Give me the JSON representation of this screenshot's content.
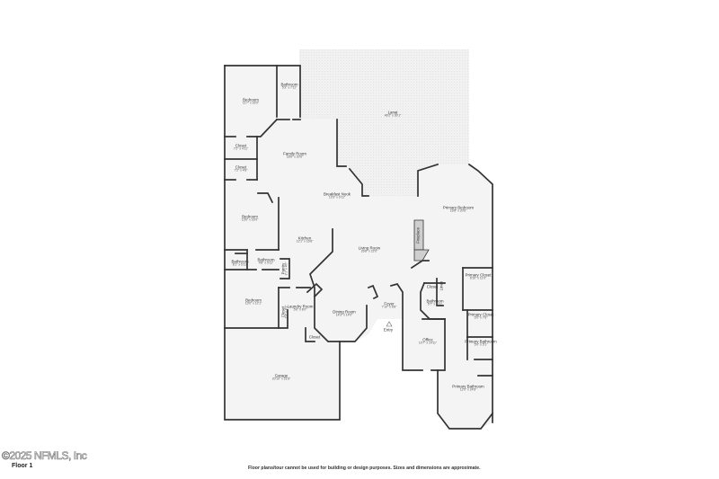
{
  "floor_label": "Floor 1",
  "disclaimer": "Floor plans/tour cannot be used for building or design purposes. Sizes and dimensions are approximate.",
  "watermark": "©2025 NFMLS, Inc",
  "colors": {
    "wall": "#333333",
    "floor": "#f4f4f4",
    "lanai_hatch": "#e6e6e6",
    "window": "#cccccc",
    "fireplace": "#cfcfcf"
  },
  "rooms": [
    {
      "name": "Bedroom",
      "dims": "11'7\" x 16'0\""
    },
    {
      "name": "Bathroom",
      "dims": "5'3\" x 7'11\""
    },
    {
      "name": "Lanai",
      "dims": "46'2\" x 30'1\""
    },
    {
      "name": "Closet",
      "dims": "7'2\" x 4'11\""
    },
    {
      "name": "Closet",
      "dims": "7'2\" x 4'8\""
    },
    {
      "name": "Family Room",
      "dims": "18'6\" x 20'6\""
    },
    {
      "name": "Breakfast Nook",
      "dims": "13'3\" x 9'11\""
    },
    {
      "name": "Bedroom",
      "dims": "13'6\" x 16'0\""
    },
    {
      "name": "Kitchen",
      "dims": "12'1\" x 16'8\""
    },
    {
      "name": "Bathroom",
      "dims": "8'1\" x 5'11\""
    },
    {
      "name": "Bathroom",
      "dims": "4'8\" x 5'11\""
    },
    {
      "name": "Pantry",
      "dims": "2'1\" x 4'0\""
    },
    {
      "name": "Bedroom",
      "dims": "13'0\" x 12'1\""
    },
    {
      "name": "Laundry Room",
      "dims": "5'6\" x 8'0\""
    },
    {
      "name": "Closet",
      "dims": "2'3\" x 4'3\""
    },
    {
      "name": "Living Room",
      "dims": "26'8\" x 22'0\""
    },
    {
      "name": "Dining Room",
      "dims": "14'3\" x 14'0\""
    },
    {
      "name": "Foyer",
      "dims": "7'10\" x 6'8\""
    },
    {
      "name": "Entry",
      "dims": ""
    },
    {
      "name": "Closet",
      "dims": ""
    },
    {
      "name": "Primary Bedroom",
      "dims": "16'8\" x 20'6\""
    },
    {
      "name": "Fireplace",
      "dims": ""
    },
    {
      "name": "Primary Closet",
      "dims": "8'10\" x 11'0\""
    },
    {
      "name": "Closet",
      "dims": ""
    },
    {
      "name": "Linen",
      "dims": ""
    },
    {
      "name": "Bathroom",
      "dims": "5'7\" x 5'11\""
    },
    {
      "name": "Primary Closet",
      "dims": "5'0\" x 7'8\""
    },
    {
      "name": "Primary Bathroom",
      "dims": "5'0\" x 5'1\""
    },
    {
      "name": "Office",
      "dims": "10'7\" x 14'11\""
    },
    {
      "name": "Primary Bathroom",
      "dims": "12'0\" x 24'8\""
    },
    {
      "name": "Garage",
      "dims": "20'10\" x 21'8\""
    }
  ]
}
